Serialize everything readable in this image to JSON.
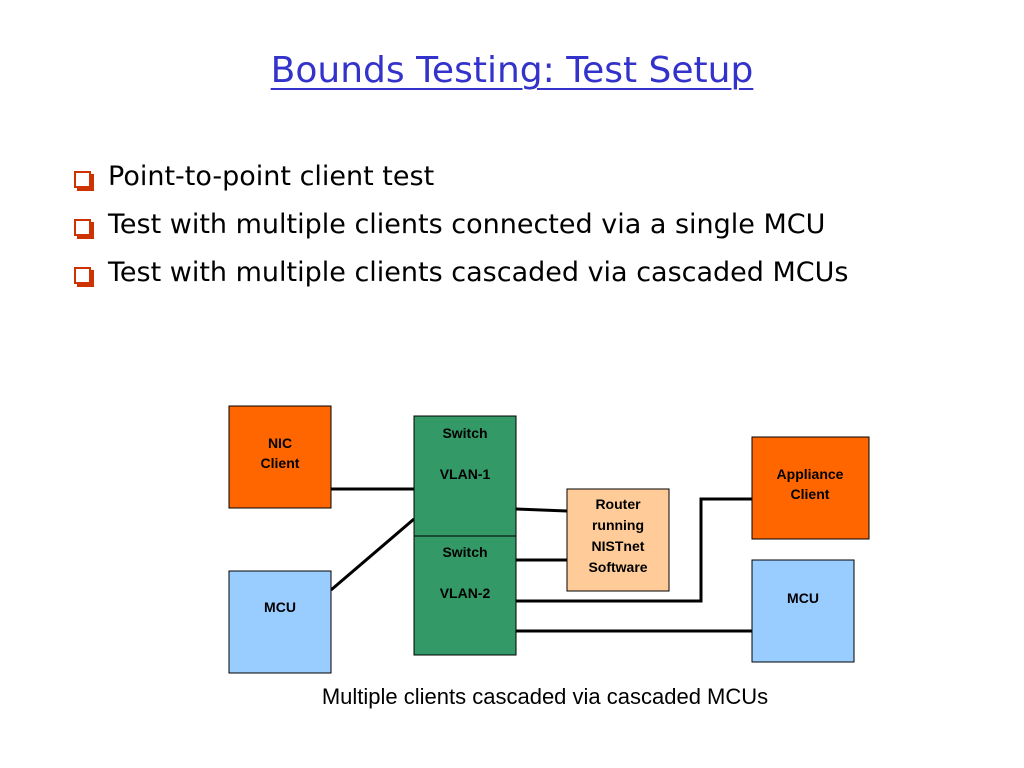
{
  "title": "Bounds Testing: Test Setup",
  "bullets": [
    {
      "text": "Point-to-point client test"
    },
    {
      "text": "Test with multiple clients connected via a single MCU"
    },
    {
      "text": "Test with multiple clients cascaded via cascaded MCUs"
    }
  ],
  "diagram": {
    "nic_client": {
      "line1": "NIC",
      "line2": "Client"
    },
    "mcu_left": {
      "label": "MCU"
    },
    "switch_vlan1": {
      "line1": "Switch",
      "line2": "VLAN-1"
    },
    "switch_vlan2": {
      "line1": "Switch",
      "line2": "VLAN-2"
    },
    "router": {
      "line1": "Router",
      "line2": "running",
      "line3": "NISTnet",
      "line4": "Software"
    },
    "appliance_client": {
      "line1": "Appliance",
      "line2": "Client"
    },
    "mcu_right": {
      "label": "MCU"
    },
    "colors": {
      "client": "#ff6600",
      "mcu": "#99ccff",
      "switch": "#339966",
      "router": "#ffcc99",
      "title": "#3333cc",
      "bullet": "#cc3300"
    }
  },
  "caption": "Multiple clients cascaded via cascaded MCUs"
}
